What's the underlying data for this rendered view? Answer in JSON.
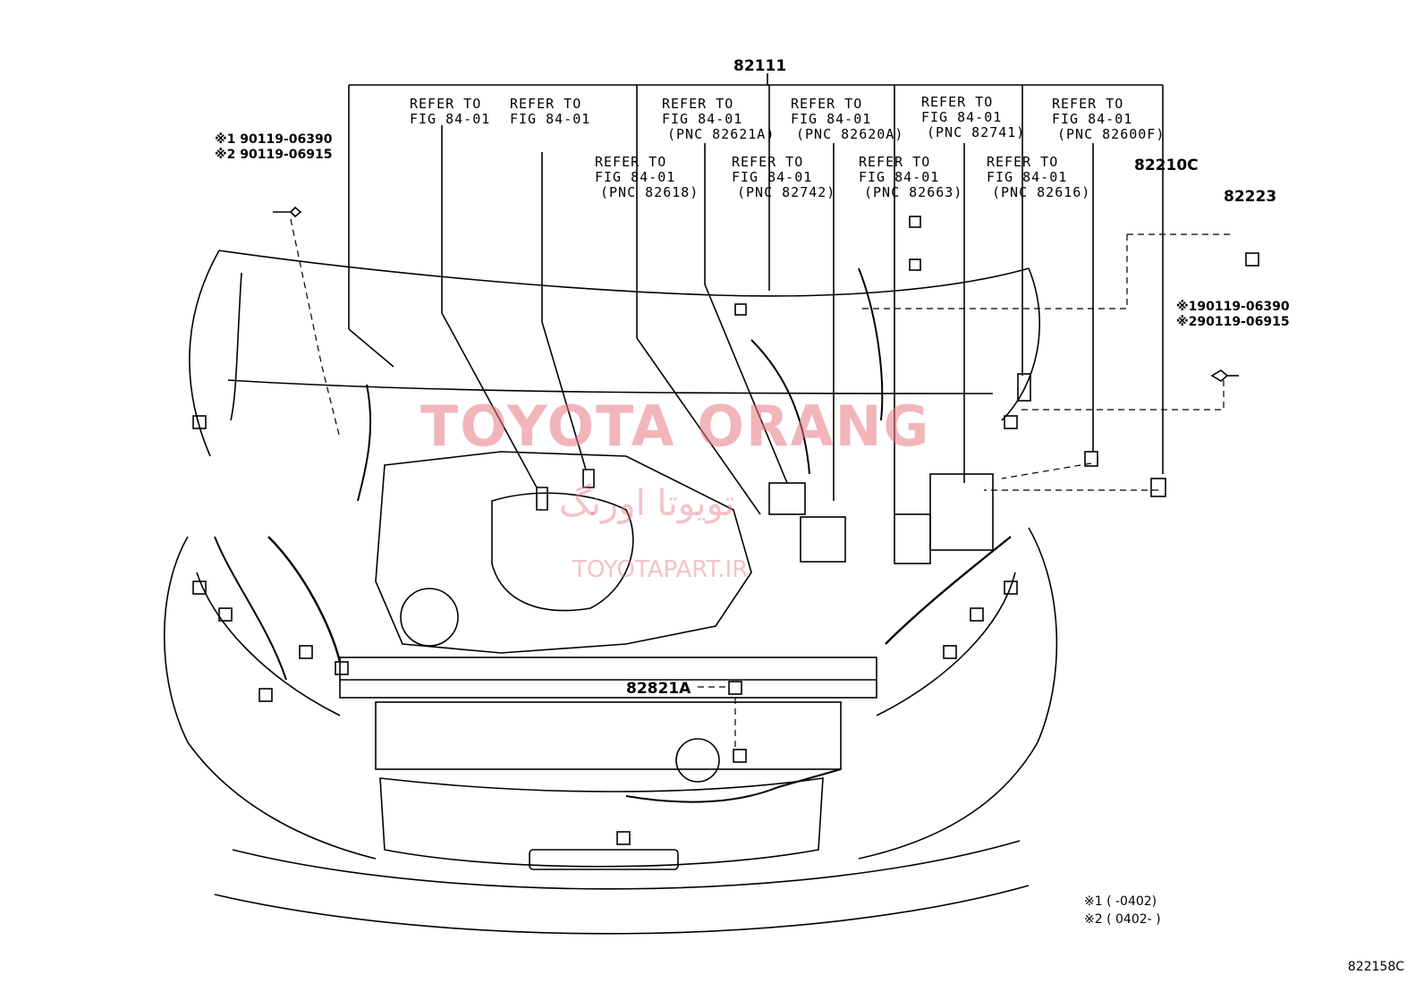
{
  "diagram": {
    "main_part": "82111",
    "refs": [
      {
        "line1": "REFER TO",
        "line2": "FIG 84-01",
        "pnc": ""
      },
      {
        "line1": "REFER TO",
        "line2": "FIG 84-01",
        "pnc": ""
      },
      {
        "line1": "REFER TO",
        "line2": "FIG 84-01",
        "pnc": "(PNC 82621A)"
      },
      {
        "line1": "REFER TO",
        "line2": "FIG 84-01",
        "pnc": "(PNC 82620A)"
      },
      {
        "line1": "REFER TO",
        "line2": "FIG 84-01",
        "pnc": "(PNC 82741)"
      },
      {
        "line1": "REFER TO",
        "line2": "FIG 84-01",
        "pnc": "(PNC 82600F)"
      },
      {
        "line1": "REFER TO",
        "line2": "FIG 84-01",
        "pnc": "(PNC 82618)"
      },
      {
        "line1": "REFER TO",
        "line2": "FIG 84-01",
        "pnc": "(PNC 82742)"
      },
      {
        "line1": "REFER TO",
        "line2": "FIG 84-01",
        "pnc": "(PNC 82663)"
      },
      {
        "line1": "REFER TO",
        "line2": "FIG 84-01",
        "pnc": "(PNC 82616)"
      }
    ],
    "parts": {
      "p82210c": "82210C",
      "p82223": "82223",
      "p82821a": "82821A"
    },
    "bolts_left": {
      "b1": "※1 90119-06390",
      "b2": "※2 90119-06915"
    },
    "bolts_right": {
      "b1": "※190119-06390",
      "b2": "※290119-06915"
    },
    "notes": {
      "n1": "※1 (        -0402)",
      "n2": "※2 ( 0402-        )"
    },
    "figure_code": "822158C",
    "watermark": {
      "main": "TOYOTA ORANG",
      "persian": "تویوتا اورنگ",
      "url": "TOYOTAPART.IR"
    }
  }
}
